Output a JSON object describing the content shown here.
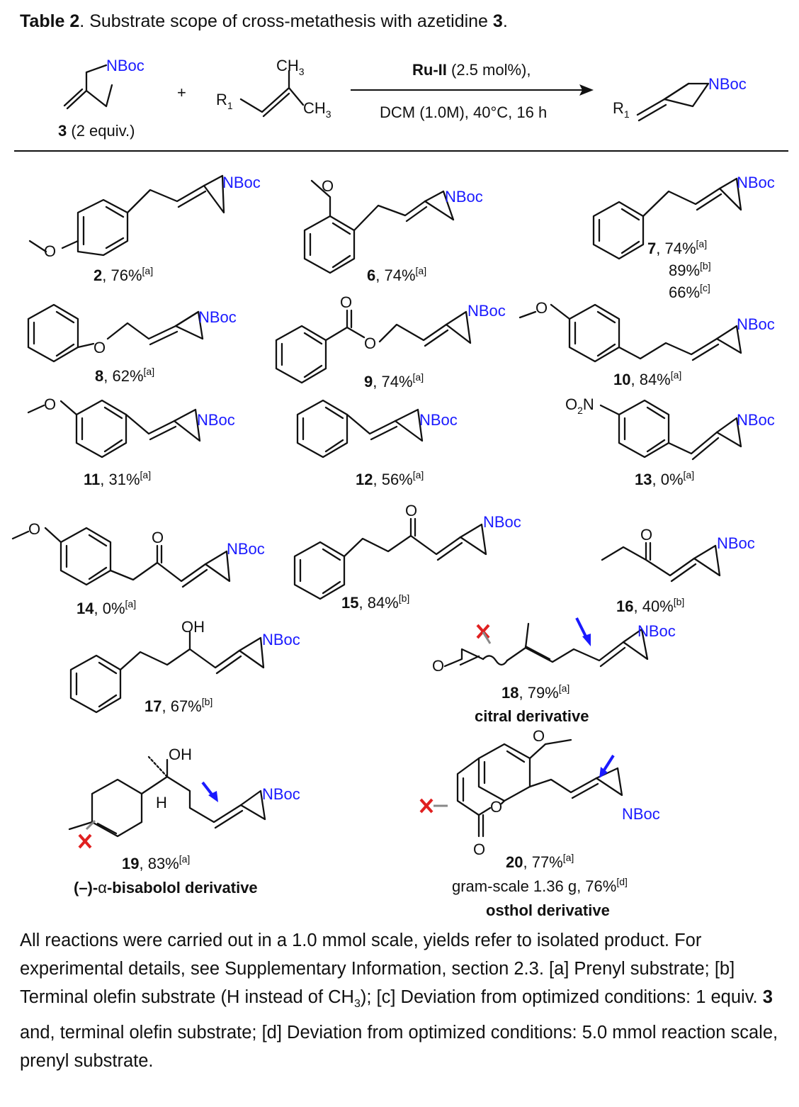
{
  "table": {
    "title_bold": "Table 2",
    "title_rest": ". Substrate scope of cross-metathesis with azetidine ",
    "title_cpd": "3",
    "title_end": "."
  },
  "scheme": {
    "reagent_label": "NBoc",
    "reagent_number": "3",
    "reagent_equiv": " (2 equiv.)",
    "plus": "+",
    "ch3_top": "CH",
    "ch3_top_sub": "3",
    "ch3_bottom": "CH",
    "ch3_bottom_sub": "3",
    "r1": "R",
    "r1_sub": "1",
    "catalyst_bold": "Ru-II",
    "catalyst_rest": " (2.5 mol%),",
    "conditions": "DCM (1.0M), 40°C, 16 h",
    "product_label": "NBoc",
    "product_r1": "R",
    "product_r1_sub": "1"
  },
  "nboc": "NBoc",
  "atoms": {
    "O": "O",
    "OH": "OH",
    "H": "H",
    "O2N_main": "O",
    "O2N_sub": "2",
    "O2N_n": "N"
  },
  "entries": [
    {
      "number": "2",
      "yield": ", 76%",
      "note": "[a]"
    },
    {
      "number": "6",
      "yield": ", 74%",
      "note": "[a]"
    },
    {
      "number": "7",
      "yield": ", 74%",
      "note": "[a]",
      "extra": [
        {
          "yield": "89%",
          "note": "[b]"
        },
        {
          "yield": "66%",
          "note": "[c]"
        }
      ]
    },
    {
      "number": "8",
      "yield": ", 62%",
      "note": "[a]"
    },
    {
      "number": "9",
      "yield": ", 74%",
      "note": "[a]"
    },
    {
      "number": "10",
      "yield": ", 84%",
      "note": "[a]"
    },
    {
      "number": "11",
      "yield": ", 31%",
      "note": "[a]"
    },
    {
      "number": "12",
      "yield": ", 56%",
      "note": "[a]"
    },
    {
      "number": "13",
      "yield": ", 0%",
      "note": "[a]"
    },
    {
      "number": "14",
      "yield": ", 0%",
      "note": "[a]"
    },
    {
      "number": "15",
      "yield": ", 84%",
      "note": "[b]"
    },
    {
      "number": "16",
      "yield": ", 40%",
      "note": "[b]"
    },
    {
      "number": "17",
      "yield": ", 67%",
      "note": "[b]"
    },
    {
      "number": "18",
      "yield": ", 79%",
      "note": "[a]",
      "name": "citral derivative"
    },
    {
      "number": "19",
      "yield": ", 83%",
      "note": "[a]",
      "name_prefix": "(–)-",
      "name_alpha": "α",
      "name_rest": "-bisabolol derivative"
    },
    {
      "number": "20",
      "yield": ", 77%",
      "note": "[a]",
      "gram": "gram-scale 1.36 g, 76%",
      "gram_note": "[d]",
      "name": "osthol derivative"
    }
  ],
  "footnote": {
    "p1": "All reactions were carried out in a 1.0 mmol scale, yields refer to isolated product. For experimental details, see Supplementary Information, section 2.3. [a] Prenyl substrate; [b] Terminal olefin substrate (H instead of CH",
    "p1_sub": "3",
    "p2": "); [c] Deviation from optimized conditions: 1 equiv. ",
    "p2_bold": "3",
    "p3": " and, terminal olefin substrate; [d] Deviation from optimized conditions: 5.0 mmol reaction scale, prenyl substrate."
  },
  "colors": {
    "nboc": "#1a1aff",
    "arrow": "#1a1aff",
    "cross": "#e02020",
    "grey_arrow": "#888888",
    "text": "#111111"
  },
  "icons": [
    "reaction-arrow",
    "blue-arrow-icon",
    "red-cross-icon"
  ]
}
